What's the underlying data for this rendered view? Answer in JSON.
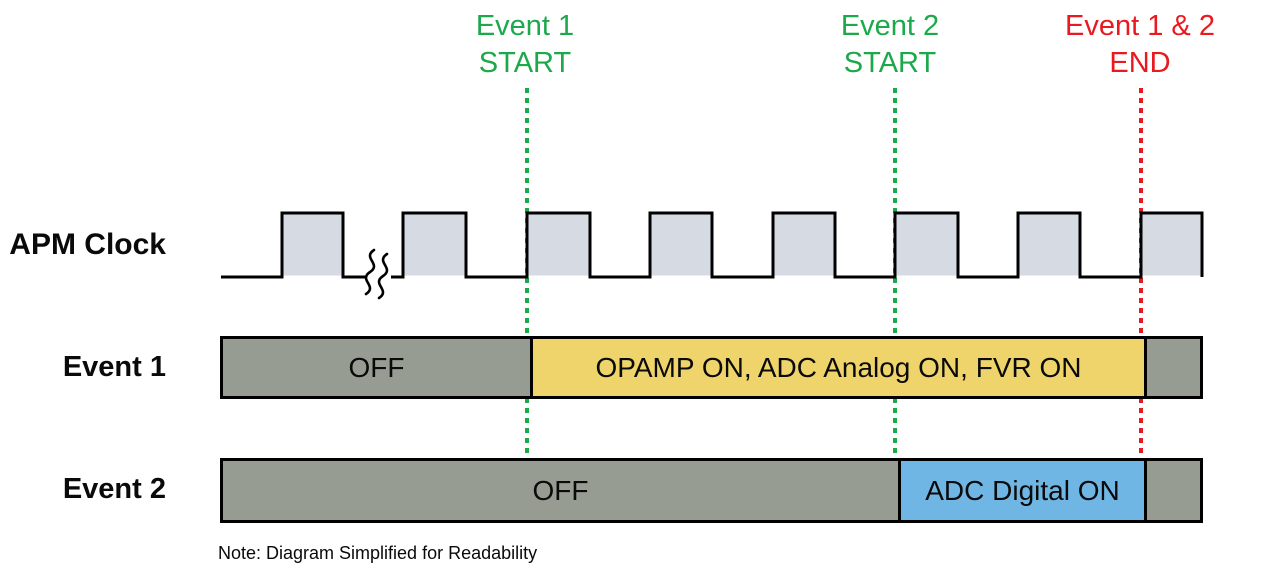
{
  "markers": [
    {
      "name": "event1-start",
      "line1": "Event 1",
      "line2": "START",
      "color": "#1ca94c"
    },
    {
      "name": "event2-start",
      "line1": "Event 2",
      "line2": "START",
      "color": "#1ca94c"
    },
    {
      "name": "event12-end",
      "line1": "Event 1 & 2",
      "line2": "END",
      "color": "#e8191f"
    }
  ],
  "rows": [
    {
      "label": "APM Clock",
      "type": "clock-waveform",
      "pulses_visible": 8,
      "has_break_symbol": true
    },
    {
      "label": "Event 1",
      "type": "bar",
      "segments": [
        {
          "label": "OFF",
          "color": "#979c92"
        },
        {
          "label": "OPAMP ON, ADC Analog ON, FVR ON",
          "color": "#eed46a"
        },
        {
          "label": "",
          "color": "#979c92"
        }
      ]
    },
    {
      "label": "Event 2",
      "type": "bar",
      "segments": [
        {
          "label": "OFF",
          "color": "#979c92"
        },
        {
          "label": "ADC Digital ON",
          "color": "#70b6e4"
        },
        {
          "label": "",
          "color": "#979c92"
        }
      ]
    }
  ],
  "note": "Note: Diagram Simplified for Readability",
  "colors": {
    "start_marker_green": "#1ca94c",
    "end_marker_red": "#e8191f",
    "clock_pulse_fill": "#d5dae3",
    "outline_black": "#000000",
    "bar_off_gray": "#979c92",
    "event1_on_yellow": "#eed46a",
    "event2_on_blue": "#70b6e4",
    "background": "#ffffff"
  }
}
